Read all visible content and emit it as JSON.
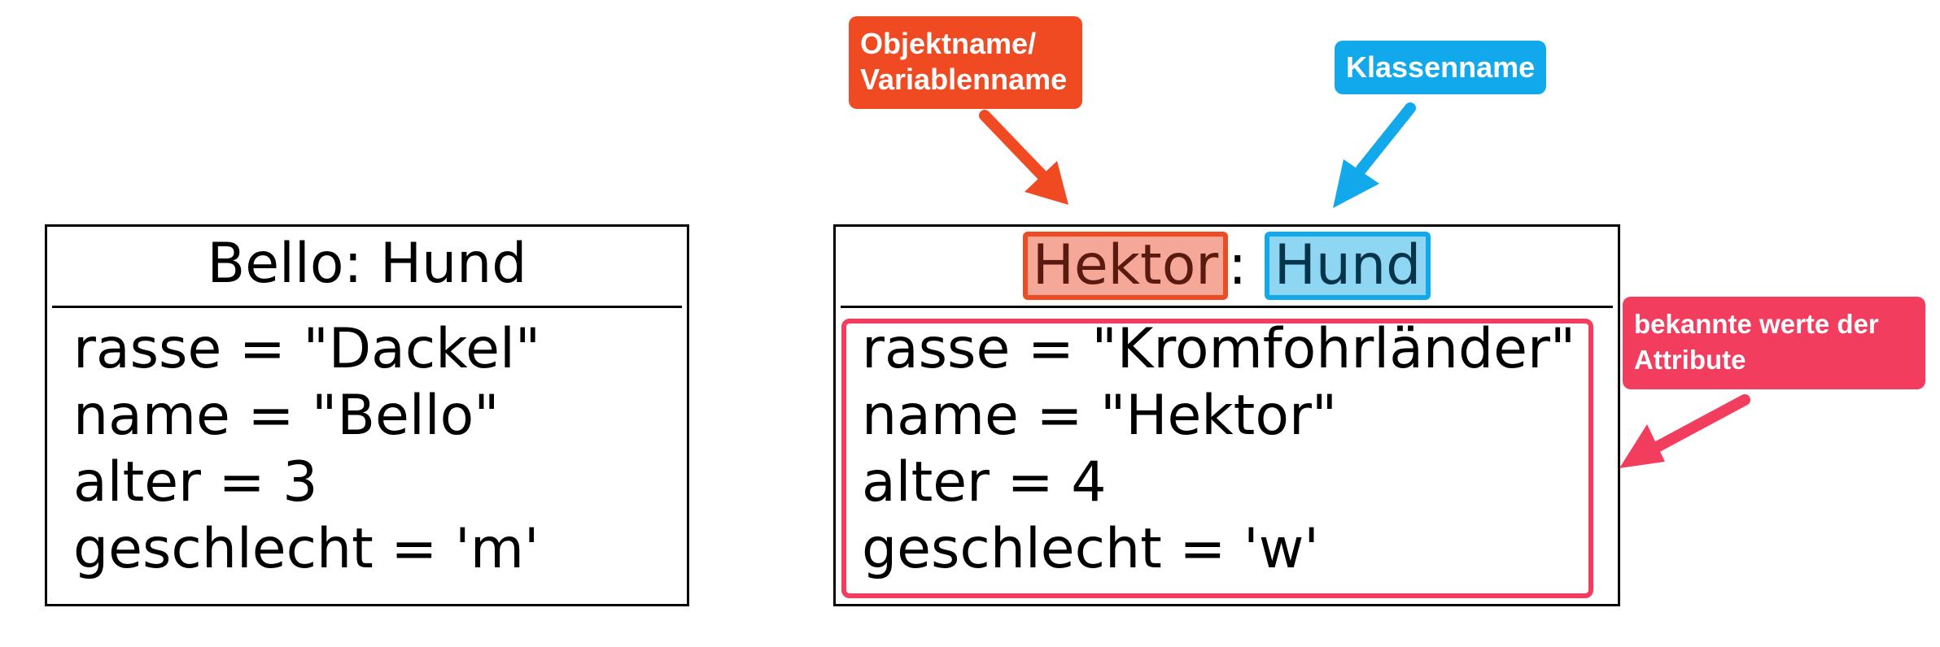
{
  "objects": [
    {
      "title": "Bello: Hund",
      "attributes": [
        "rasse = \"Dackel\"",
        "name = \"Bello\"",
        "alter = 3",
        "geschlecht = 'm'"
      ]
    },
    {
      "object_name": "Hektor",
      "separator": ": ",
      "class_name": "Hund",
      "attributes": [
        "rasse = \"Kromfohrländer\"",
        "name = \"Hektor\"",
        "alter = 4",
        "geschlecht = 'w'"
      ]
    }
  ],
  "callouts": {
    "object_name_line1": "Objektname/",
    "object_name_line2": "Variablenname",
    "class_name": "Klassenname",
    "attribute_values_line1": "bekannte werte der",
    "attribute_values_line2": "Attribute"
  },
  "colors": {
    "object_name": "#f04a23",
    "class_name": "#12a9ec",
    "attribute_values": "#f23d5e"
  }
}
